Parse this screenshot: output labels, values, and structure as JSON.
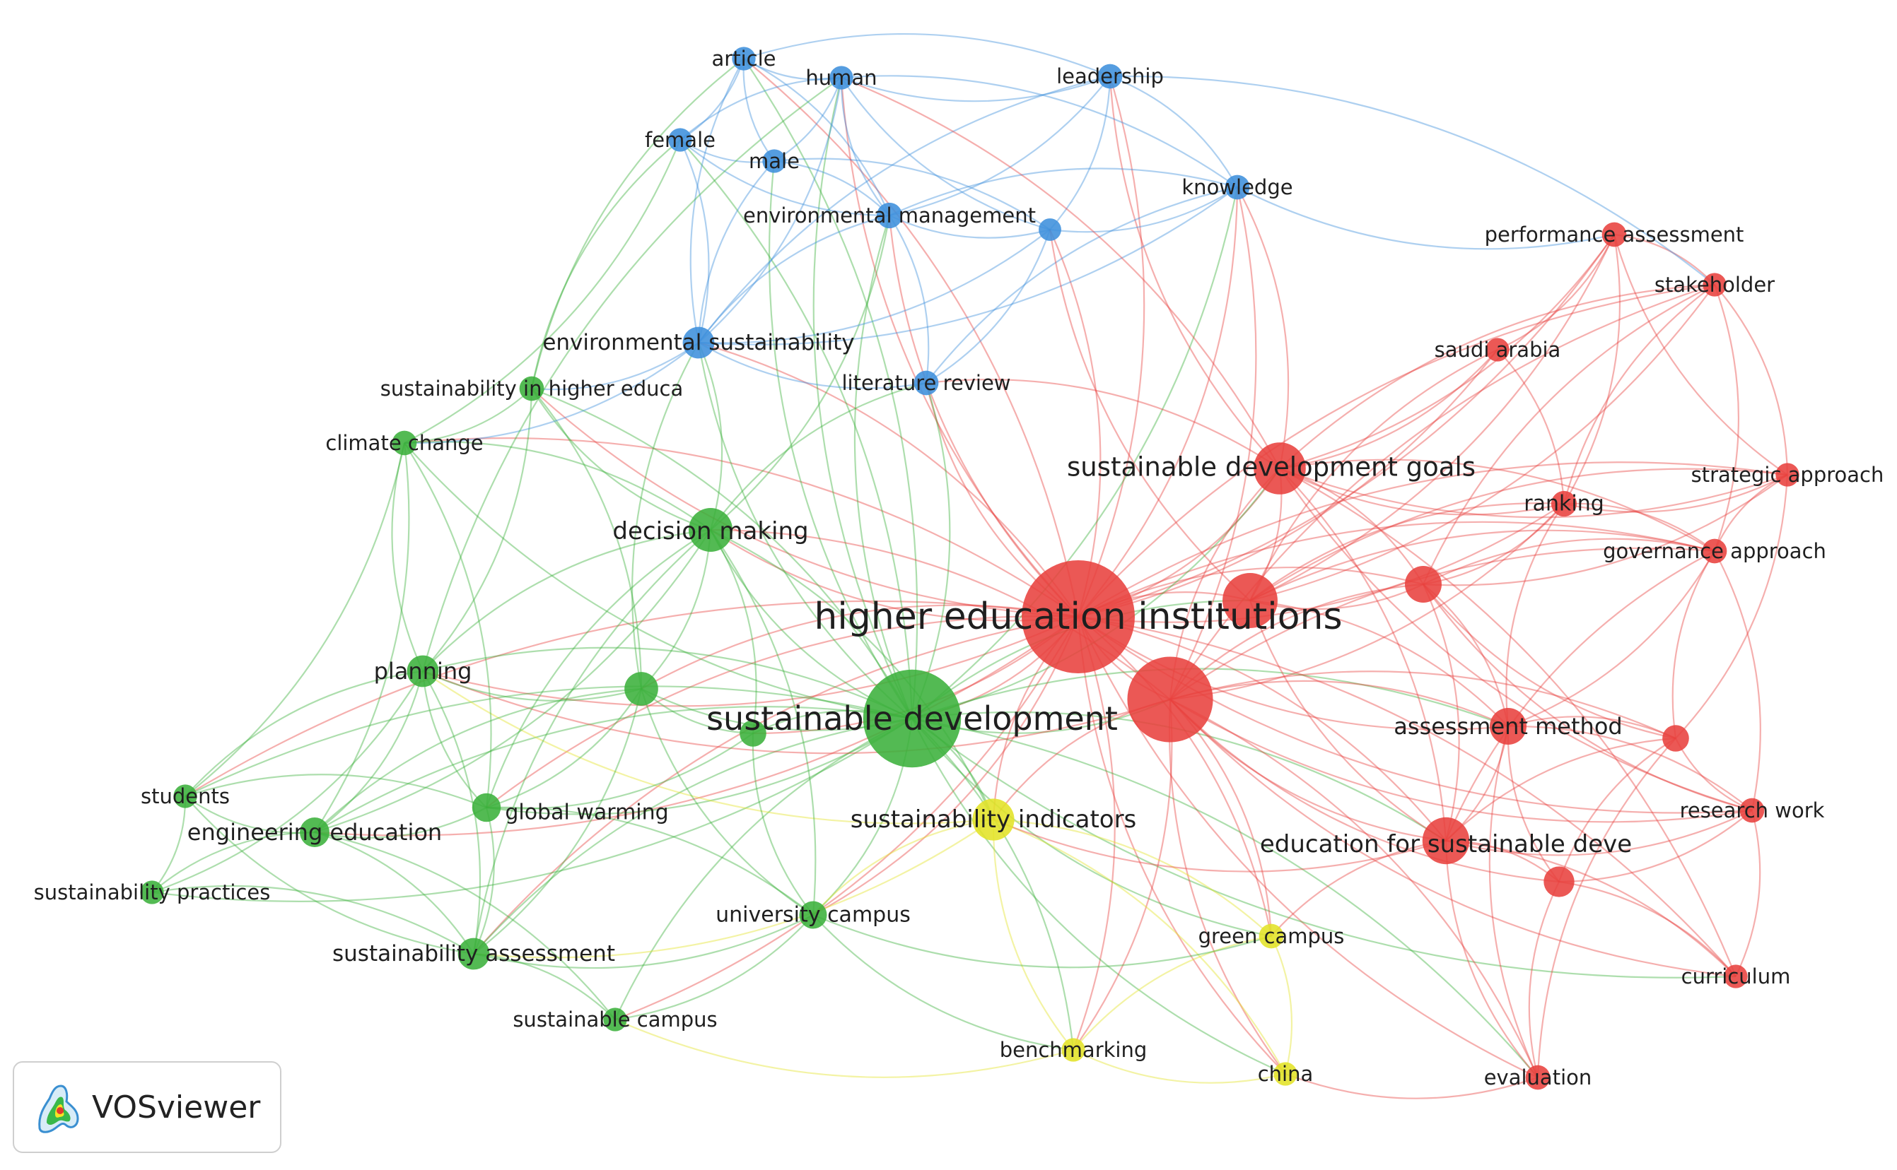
{
  "brand": {
    "name": "VOSviewer"
  },
  "clusters": [
    {
      "id": "red",
      "color": "#e8413e"
    },
    {
      "id": "green",
      "color": "#3bb13b"
    },
    {
      "id": "blue",
      "color": "#3d8fdc"
    },
    {
      "id": "yellow",
      "color": "#e3e327"
    }
  ],
  "nodes": [
    {
      "id": "hei",
      "label": "higher education institutions",
      "cluster": "red",
      "weight": 10,
      "label_size": 52
    },
    {
      "id": "sd",
      "label": "sustainable development",
      "cluster": "green",
      "weight": 8.5,
      "label_size": 46
    },
    {
      "id": "sdg",
      "label": "sustainable development goals",
      "cluster": "red",
      "weight": 4,
      "label_size": 37
    },
    {
      "id": "decision",
      "label": "decision making",
      "cluster": "green",
      "weight": 3.2,
      "label_size": 34
    },
    {
      "id": "indicators",
      "label": "sustainability indicators",
      "cluster": "yellow",
      "weight": 3,
      "label_size": 34
    },
    {
      "id": "esd",
      "label": "education for sustainable deve",
      "cluster": "red",
      "weight": 3.5,
      "label_size": 34
    },
    {
      "id": "assessment_method",
      "label": "assessment method",
      "cluster": "red",
      "weight": 2.5,
      "label_size": 32
    },
    {
      "id": "planning",
      "label": "planning",
      "cluster": "green",
      "weight": 2,
      "label_size": 32
    },
    {
      "id": "env_sust",
      "label": "environmental sustainability",
      "cluster": "blue",
      "weight": 2,
      "label_size": 31
    },
    {
      "id": "engineering",
      "label": "engineering education",
      "cluster": "green",
      "weight": 1.8,
      "label_size": 32
    },
    {
      "id": "sust_assess",
      "label": "sustainability assessment",
      "cluster": "green",
      "weight": 2,
      "label_size": 31
    },
    {
      "id": "univ_campus",
      "label": "university campus",
      "cluster": "green",
      "weight": 1.6,
      "label_size": 30
    },
    {
      "id": "global_warming",
      "label": "global warming",
      "cluster": "green",
      "weight": 1.7,
      "label_size": 30
    },
    {
      "id": "lit_review",
      "label": "literature review",
      "cluster": "blue",
      "weight": 1.3,
      "label_size": 29
    },
    {
      "id": "env_mgmt",
      "label": "environmental management",
      "cluster": "blue",
      "weight": 1.4,
      "label_size": 29
    },
    {
      "id": "knowledge",
      "label": "knowledge",
      "cluster": "blue",
      "weight": 1.3,
      "label_size": 29
    },
    {
      "id": "leadership",
      "label": "leadership",
      "cluster": "blue",
      "weight": 1.3,
      "label_size": 29
    },
    {
      "id": "human",
      "label": "human",
      "cluster": "blue",
      "weight": 1.2,
      "label_size": 29
    },
    {
      "id": "article",
      "label": "article",
      "cluster": "blue",
      "weight": 1.2,
      "label_size": 29
    },
    {
      "id": "female",
      "label": "female",
      "cluster": "blue",
      "weight": 1.2,
      "label_size": 29
    },
    {
      "id": "male",
      "label": "male",
      "cluster": "blue",
      "weight": 1.2,
      "label_size": 29
    },
    {
      "id": "sihe",
      "label": "sustainability in higher educa",
      "cluster": "green",
      "weight": 1.3,
      "label_size": 29
    },
    {
      "id": "climate",
      "label": "climate change",
      "cluster": "green",
      "weight": 1.3,
      "label_size": 29
    },
    {
      "id": "students",
      "label": "students",
      "cluster": "green",
      "weight": 1.2,
      "label_size": 29
    },
    {
      "id": "sust_practices",
      "label": "sustainability practices",
      "cluster": "green",
      "weight": 1.2,
      "label_size": 29
    },
    {
      "id": "sust_campus",
      "label": "sustainable campus",
      "cluster": "green",
      "weight": 1.2,
      "label_size": 29
    },
    {
      "id": "benchmarking",
      "label": "benchmarking",
      "cluster": "yellow",
      "weight": 1.2,
      "label_size": 29
    },
    {
      "id": "china",
      "label": "china",
      "cluster": "yellow",
      "weight": 1.2,
      "label_size": 29
    },
    {
      "id": "green_campus",
      "label": "green campus",
      "cluster": "yellow",
      "weight": 1.3,
      "label_size": 29
    },
    {
      "id": "evaluation",
      "label": "evaluation",
      "cluster": "red",
      "weight": 1.3,
      "label_size": 29
    },
    {
      "id": "curriculum",
      "label": "curriculum",
      "cluster": "red",
      "weight": 1.2,
      "label_size": 29
    },
    {
      "id": "research_work",
      "label": "research work",
      "cluster": "red",
      "weight": 1.3,
      "label_size": 29
    },
    {
      "id": "governance",
      "label": "governance approach",
      "cluster": "red",
      "weight": 1.3,
      "label_size": 29
    },
    {
      "id": "strategic",
      "label": "strategic approach",
      "cluster": "red",
      "weight": 1.2,
      "label_size": 29
    },
    {
      "id": "ranking",
      "label": "ranking",
      "cluster": "red",
      "weight": 1.4,
      "label_size": 30
    },
    {
      "id": "saudi",
      "label": "saudi arabia",
      "cluster": "red",
      "weight": 1.2,
      "label_size": 29
    },
    {
      "id": "stakeholder",
      "label": "stakeholder",
      "cluster": "red",
      "weight": 1.2,
      "label_size": 29
    },
    {
      "id": "perf_assess",
      "label": "performance assessment",
      "cluster": "red",
      "weight": 1.3,
      "label_size": 29
    },
    {
      "id": "r_unlab1",
      "label": "",
      "cluster": "red",
      "weight": 4.3
    },
    {
      "id": "r_unlab2",
      "label": "",
      "cluster": "red",
      "weight": 7.3
    },
    {
      "id": "r_unlab3",
      "label": "",
      "cluster": "red",
      "weight": 2.5
    },
    {
      "id": "r_unlab4",
      "label": "",
      "cluster": "red",
      "weight": 1.9
    },
    {
      "id": "r_unlab5",
      "label": "",
      "cluster": "red",
      "weight": 1.5
    },
    {
      "id": "g_unlab1",
      "label": "",
      "cluster": "green",
      "weight": 2.2
    },
    {
      "id": "g_unlab2",
      "label": "",
      "cluster": "green",
      "weight": 1.5
    },
    {
      "id": "b_unlab1",
      "label": "",
      "cluster": "blue",
      "weight": 1.1
    }
  ],
  "links": [
    [
      "hei",
      "sd"
    ],
    [
      "hei",
      "sdg"
    ],
    [
      "hei",
      "decision"
    ],
    [
      "hei",
      "indicators"
    ],
    [
      "hei",
      "esd"
    ],
    [
      "hei",
      "assessment_method"
    ],
    [
      "hei",
      "planning"
    ],
    [
      "hei",
      "env_sust"
    ],
    [
      "hei",
      "lit_review"
    ],
    [
      "hei",
      "knowledge"
    ],
    [
      "hei",
      "env_mgmt"
    ],
    [
      "hei",
      "ranking"
    ],
    [
      "hei",
      "governance"
    ],
    [
      "hei",
      "perf_assess"
    ],
    [
      "hei",
      "stakeholder"
    ],
    [
      "hei",
      "research_work"
    ],
    [
      "hei",
      "green_campus"
    ],
    [
      "hei",
      "evaluation"
    ],
    [
      "hei",
      "curriculum"
    ],
    [
      "hei",
      "global_warming"
    ],
    [
      "hei",
      "engineering"
    ],
    [
      "hei",
      "sust_assess"
    ],
    [
      "hei",
      "univ_campus"
    ],
    [
      "hei",
      "climate"
    ],
    [
      "hei",
      "sihe"
    ],
    [
      "hei",
      "leadership"
    ],
    [
      "hei",
      "human"
    ],
    [
      "hei",
      "article"
    ],
    [
      "hei",
      "r_unlab1"
    ],
    [
      "hei",
      "r_unlab2"
    ],
    [
      "hei",
      "r_unlab3"
    ],
    [
      "hei",
      "g_unlab1"
    ],
    [
      "hei",
      "g_unlab2"
    ],
    [
      "hei",
      "saudi"
    ],
    [
      "hei",
      "strategic"
    ],
    [
      "hei",
      "china"
    ],
    [
      "hei",
      "benchmarking"
    ],
    [
      "hei",
      "students"
    ],
    [
      "hei",
      "sust_campus"
    ],
    [
      "hei",
      "b_unlab1"
    ],
    [
      "sd",
      "decision"
    ],
    [
      "sd",
      "planning"
    ],
    [
      "sd",
      "indicators"
    ],
    [
      "sd",
      "engineering"
    ],
    [
      "sd",
      "global_warming"
    ],
    [
      "sd",
      "sust_assess"
    ],
    [
      "sd",
      "univ_campus"
    ],
    [
      "sd",
      "students"
    ],
    [
      "sd",
      "sust_practices"
    ],
    [
      "sd",
      "sust_campus"
    ],
    [
      "sd",
      "climate"
    ],
    [
      "sd",
      "sihe"
    ],
    [
      "sd",
      "env_sust"
    ],
    [
      "sd",
      "lit_review"
    ],
    [
      "sd",
      "env_mgmt"
    ],
    [
      "sd",
      "sdg"
    ],
    [
      "sd",
      "esd"
    ],
    [
      "sd",
      "r_unlab2"
    ],
    [
      "sd",
      "r_unlab1"
    ],
    [
      "sd",
      "green_campus"
    ],
    [
      "sd",
      "benchmarking"
    ],
    [
      "sd",
      "china"
    ],
    [
      "sd",
      "g_unlab1"
    ],
    [
      "sd",
      "g_unlab2"
    ],
    [
      "sd",
      "assessment_method"
    ],
    [
      "sd",
      "knowledge"
    ],
    [
      "sd",
      "human"
    ],
    [
      "sd",
      "female"
    ],
    [
      "sd",
      "male"
    ],
    [
      "sd",
      "article"
    ],
    [
      "sd",
      "evaluation"
    ],
    [
      "sd",
      "curriculum"
    ],
    [
      "r_unlab2",
      "sdg"
    ],
    [
      "r_unlab2",
      "esd"
    ],
    [
      "r_unlab2",
      "assessment_method"
    ],
    [
      "r_unlab2",
      "ranking"
    ],
    [
      "r_unlab2",
      "governance"
    ],
    [
      "r_unlab2",
      "research_work"
    ],
    [
      "r_unlab2",
      "evaluation"
    ],
    [
      "r_unlab2",
      "curriculum"
    ],
    [
      "r_unlab2",
      "green_campus"
    ],
    [
      "r_unlab2",
      "indicators"
    ],
    [
      "r_unlab2",
      "r_unlab3"
    ],
    [
      "r_unlab2",
      "r_unlab4"
    ],
    [
      "r_unlab2",
      "r_unlab5"
    ],
    [
      "r_unlab2",
      "china"
    ],
    [
      "r_unlab2",
      "benchmarking"
    ],
    [
      "r_unlab2",
      "decision"
    ],
    [
      "r_unlab2",
      "planning"
    ],
    [
      "r_unlab2",
      "knowledge"
    ],
    [
      "r_unlab2",
      "stakeholder"
    ],
    [
      "r_unlab1",
      "sdg"
    ],
    [
      "r_unlab1",
      "ranking"
    ],
    [
      "r_unlab1",
      "r_unlab3"
    ],
    [
      "r_unlab1",
      "governance"
    ],
    [
      "r_unlab1",
      "perf_assess"
    ],
    [
      "r_unlab1",
      "saudi"
    ],
    [
      "r_unlab1",
      "stakeholder"
    ],
    [
      "r_unlab1",
      "strategic"
    ],
    [
      "r_unlab1",
      "esd"
    ],
    [
      "r_unlab1",
      "assessment_method"
    ],
    [
      "sdg",
      "ranking"
    ],
    [
      "sdg",
      "r_unlab3"
    ],
    [
      "sdg",
      "saudi"
    ],
    [
      "sdg",
      "stakeholder"
    ],
    [
      "sdg",
      "perf_assess"
    ],
    [
      "sdg",
      "governance"
    ],
    [
      "sdg",
      "strategic"
    ],
    [
      "sdg",
      "esd"
    ],
    [
      "sdg",
      "knowledge"
    ],
    [
      "sdg",
      "leadership"
    ],
    [
      "sdg",
      "research_work"
    ],
    [
      "sdg",
      "curriculum"
    ],
    [
      "r_unlab3",
      "ranking"
    ],
    [
      "r_unlab3",
      "governance"
    ],
    [
      "r_unlab3",
      "strategic"
    ],
    [
      "r_unlab3",
      "assessment_method"
    ],
    [
      "r_unlab3",
      "research_work"
    ],
    [
      "r_unlab3",
      "esd"
    ],
    [
      "r_unlab3",
      "r_unlab5"
    ],
    [
      "r_unlab3",
      "stakeholder"
    ],
    [
      "esd",
      "assessment_method"
    ],
    [
      "esd",
      "r_unlab5"
    ],
    [
      "esd",
      "research_work"
    ],
    [
      "esd",
      "curriculum"
    ],
    [
      "esd",
      "evaluation"
    ],
    [
      "esd",
      "r_unlab4"
    ],
    [
      "esd",
      "green_campus"
    ],
    [
      "esd",
      "governance"
    ],
    [
      "assessment_method",
      "r_unlab4"
    ],
    [
      "assessment_method",
      "research_work"
    ],
    [
      "assessment_method",
      "governance"
    ],
    [
      "assessment_method",
      "ranking"
    ],
    [
      "assessment_method",
      "evaluation"
    ],
    [
      "assessment_method",
      "r_unlab5"
    ],
    [
      "r_unlab4",
      "research_work"
    ],
    [
      "r_unlab4",
      "curriculum"
    ],
    [
      "r_unlab4",
      "evaluation"
    ],
    [
      "r_unlab4",
      "r_unlab5"
    ],
    [
      "r_unlab5",
      "research_work"
    ],
    [
      "r_unlab5",
      "governance"
    ],
    [
      "r_unlab5",
      "strategic"
    ],
    [
      "ranking",
      "governance"
    ],
    [
      "ranking",
      "strategic"
    ],
    [
      "ranking",
      "stakeholder"
    ],
    [
      "ranking",
      "perf_assess"
    ],
    [
      "governance",
      "strategic"
    ],
    [
      "governance",
      "stakeholder"
    ],
    [
      "governance",
      "research_work"
    ],
    [
      "stakeholder",
      "perf_assess"
    ],
    [
      "stakeholder",
      "strategic"
    ],
    [
      "saudi",
      "perf_assess"
    ],
    [
      "saudi",
      "ranking"
    ],
    [
      "curriculum",
      "research_work"
    ],
    [
      "evaluation",
      "r_unlab5"
    ],
    [
      "perf_assess",
      "strategic"
    ],
    [
      "indicators",
      "green_campus"
    ],
    [
      "indicators",
      "benchmarking"
    ],
    [
      "indicators",
      "china"
    ],
    [
      "indicators",
      "univ_campus"
    ],
    [
      "indicators",
      "sust_assess"
    ],
    [
      "indicators",
      "decision"
    ],
    [
      "indicators",
      "planning"
    ],
    [
      "indicators",
      "esd"
    ],
    [
      "green_campus",
      "china"
    ],
    [
      "green_campus",
      "benchmarking"
    ],
    [
      "green_campus",
      "univ_campus"
    ],
    [
      "benchmarking",
      "china"
    ],
    [
      "benchmarking",
      "univ_campus"
    ],
    [
      "china",
      "evaluation"
    ],
    [
      "benchmarking",
      "sust_campus"
    ],
    [
      "decision",
      "planning"
    ],
    [
      "decision",
      "g_unlab1"
    ],
    [
      "decision",
      "global_warming"
    ],
    [
      "decision",
      "engineering"
    ],
    [
      "decision",
      "sust_assess"
    ],
    [
      "decision",
      "univ_campus"
    ],
    [
      "decision",
      "climate"
    ],
    [
      "decision",
      "sihe"
    ],
    [
      "decision",
      "env_sust"
    ],
    [
      "decision",
      "lit_review"
    ],
    [
      "decision",
      "env_mgmt"
    ],
    [
      "decision",
      "g_unlab2"
    ],
    [
      "planning",
      "g_unlab1"
    ],
    [
      "planning",
      "engineering"
    ],
    [
      "planning",
      "global_warming"
    ],
    [
      "planning",
      "sust_assess"
    ],
    [
      "planning",
      "students"
    ],
    [
      "planning",
      "climate"
    ],
    [
      "planning",
      "sihe"
    ],
    [
      "planning",
      "sust_practices"
    ],
    [
      "g_unlab1",
      "g_unlab2"
    ],
    [
      "g_unlab1",
      "global_warming"
    ],
    [
      "g_unlab1",
      "engineering"
    ],
    [
      "g_unlab1",
      "sust_assess"
    ],
    [
      "g_unlab1",
      "univ_campus"
    ],
    [
      "g_unlab1",
      "env_sust"
    ],
    [
      "g_unlab1",
      "sihe"
    ],
    [
      "engineering",
      "students"
    ],
    [
      "engineering",
      "sust_practices"
    ],
    [
      "engineering",
      "sust_assess"
    ],
    [
      "engineering",
      "global_warming"
    ],
    [
      "engineering",
      "sust_campus"
    ],
    [
      "engineering",
      "climate"
    ],
    [
      "global_warming",
      "sust_assess"
    ],
    [
      "global_warming",
      "students"
    ],
    [
      "global_warming",
      "univ_campus"
    ],
    [
      "global_warming",
      "climate"
    ],
    [
      "sust_assess",
      "sust_campus"
    ],
    [
      "sust_assess",
      "sust_practices"
    ],
    [
      "sust_assess",
      "students"
    ],
    [
      "sust_assess",
      "univ_campus"
    ],
    [
      "univ_campus",
      "sust_campus"
    ],
    [
      "climate",
      "sihe"
    ],
    [
      "climate",
      "students"
    ],
    [
      "sihe",
      "env_sust"
    ],
    [
      "sihe",
      "female"
    ],
    [
      "climate",
      "env_sust"
    ],
    [
      "students",
      "sust_practices"
    ],
    [
      "g_unlab2",
      "univ_campus"
    ],
    [
      "g_unlab2",
      "global_warming"
    ],
    [
      "env_sust",
      "lit_review"
    ],
    [
      "env_sust",
      "env_mgmt"
    ],
    [
      "env_sust",
      "human"
    ],
    [
      "env_sust",
      "article"
    ],
    [
      "env_sust",
      "female"
    ],
    [
      "env_sust",
      "male"
    ],
    [
      "env_sust",
      "knowledge"
    ],
    [
      "env_sust",
      "leadership"
    ],
    [
      "env_sust",
      "b_unlab1"
    ],
    [
      "env_mgmt",
      "human"
    ],
    [
      "env_mgmt",
      "article"
    ],
    [
      "env_mgmt",
      "female"
    ],
    [
      "env_mgmt",
      "male"
    ],
    [
      "env_mgmt",
      "lit_review"
    ],
    [
      "env_mgmt",
      "b_unlab1"
    ],
    [
      "env_mgmt",
      "knowledge"
    ],
    [
      "env_mgmt",
      "leadership"
    ],
    [
      "human",
      "article"
    ],
    [
      "human",
      "female"
    ],
    [
      "human",
      "male"
    ],
    [
      "human",
      "leadership"
    ],
    [
      "human",
      "knowledge"
    ],
    [
      "human",
      "b_unlab1"
    ],
    [
      "article",
      "female"
    ],
    [
      "article",
      "male"
    ],
    [
      "article",
      "leadership"
    ],
    [
      "female",
      "male"
    ],
    [
      "male",
      "b_unlab1"
    ],
    [
      "knowledge",
      "leadership"
    ],
    [
      "knowledge",
      "b_unlab1"
    ],
    [
      "knowledge",
      "lit_review"
    ],
    [
      "leadership",
      "b_unlab1"
    ],
    [
      "lit_review",
      "b_unlab1"
    ],
    [
      "lit_review",
      "sdg"
    ],
    [
      "knowledge",
      "perf_assess"
    ],
    [
      "leadership",
      "stakeholder"
    ],
    [
      "b_unlab1",
      "r_unlab1"
    ],
    [
      "human",
      "sdg"
    ],
    [
      "article",
      "sihe"
    ],
    [
      "female",
      "climate"
    ],
    [
      "human",
      "planning"
    ]
  ]
}
